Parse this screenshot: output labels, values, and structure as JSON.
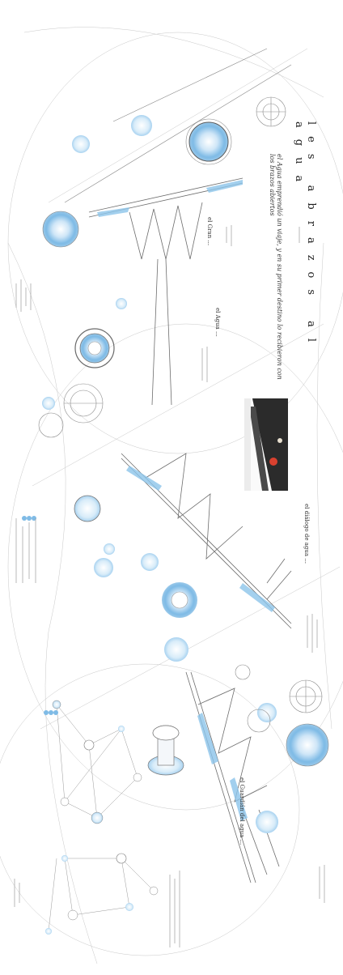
{
  "title": "les abrazos al agua",
  "subtitle": "el Agua emprendió un viaje, y en su primer destino lo recibieron con los brazos abiertos",
  "labels": {
    "l1": "el Gran ...",
    "l2": "el diálogo de agua ...",
    "l3": "el Agua ...",
    "l4": "el Guardián del agua ..."
  },
  "colors": {
    "accent": "#5aa6dc",
    "accent_light": "#bfe0f5",
    "line": "#9a9a9a",
    "ink": "#333333"
  }
}
